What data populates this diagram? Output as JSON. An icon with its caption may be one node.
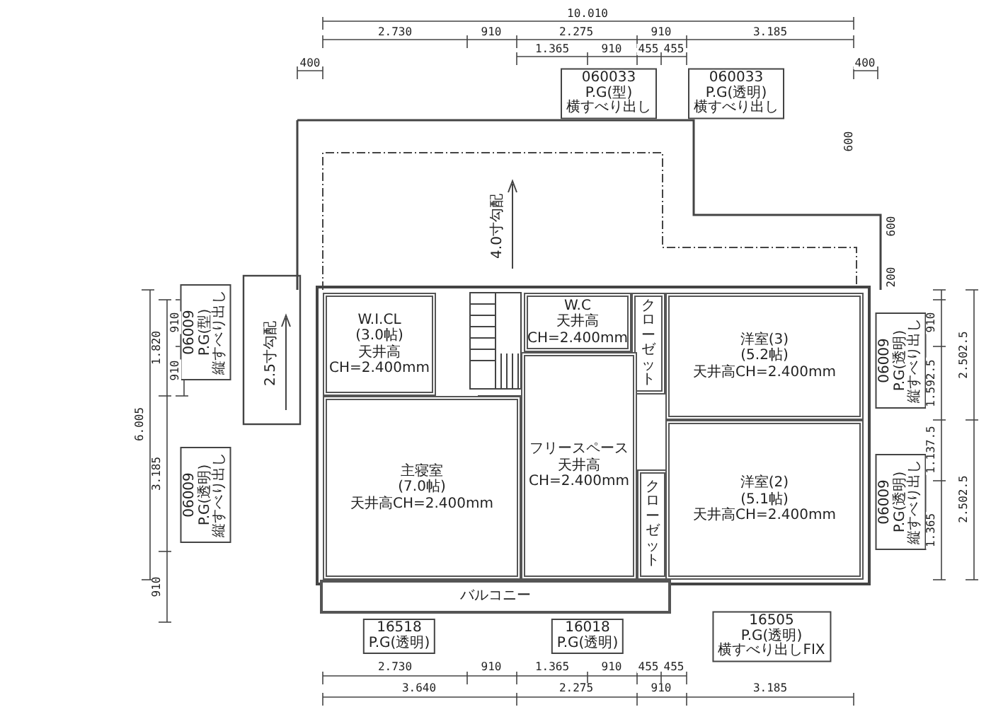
{
  "diagram": {
    "nodes": [
      {
        "text": [
          "W.I.CL",
          "(3.0帖)",
          "天井高CH=2.400mm"
        ]
      },
      {
        "text": [
          "W.C",
          "天井高CH=2.400mm"
        ]
      },
      {
        "text": [
          "クローゼット"
        ]
      },
      {
        "text": [
          "洋室(3)",
          "(5.2帖)",
          "天井高CH=2.400mm"
        ]
      },
      {
        "text": [
          "主寝室",
          "(7.0帖)",
          "天井高CH=2.400mm"
        ]
      },
      {
        "text": [
          "フリースペース",
          "天井高CH=2.400mm"
        ]
      },
      {
        "text": [
          "クローゼット"
        ]
      },
      {
        "text": [
          "洋室(2)",
          "(5.1帖)",
          "天井高CH=2.400mm"
        ]
      },
      {
        "text": [
          "バルコニー"
        ]
      },
      {
        "text": [
          "060033",
          "P.G(型)",
          "横すべり出し"
        ]
      },
      {
        "text": [
          "060033",
          "P.G(透明)",
          "横すべり出し"
        ]
      },
      {
        "text": [
          "06009",
          "P.G(型)",
          "縦すべり出し"
        ]
      },
      {
        "text": [
          "06009",
          "P.G(透明)",
          "縦すべり出し"
        ]
      },
      {
        "text": [
          "06009",
          "P.G(透明)",
          "縦すべり出し"
        ]
      },
      {
        "text": [
          "06009",
          "P.G(透明)",
          "縦すべり出し"
        ]
      },
      {
        "text": [
          "16518",
          "P.G(透明)"
        ]
      },
      {
        "text": [
          "16018",
          "P.G(透明)"
        ]
      },
      {
        "text": [
          "16505",
          "P.G(透明)",
          "横すべり出しFIX"
        ]
      }
    ],
    "labels": [
      "10.010",
      "2.730",
      "910",
      "2.275",
      "910",
      "3.185",
      "1.365",
      "910",
      "455",
      "455",
      "400",
      "400",
      "600",
      "600",
      "200",
      "910",
      "1.592.5",
      "2.502.5",
      "1.137.5",
      "1.365",
      "2.502.5",
      "6.005",
      "1.820",
      "910",
      "910",
      "3.185",
      "910",
      "4.0寸勾配",
      "2.5寸勾配",
      "2.730",
      "910",
      "1.365",
      "910",
      "455",
      "455",
      "3.640",
      "2.275",
      "910",
      "3.185"
    ]
  }
}
